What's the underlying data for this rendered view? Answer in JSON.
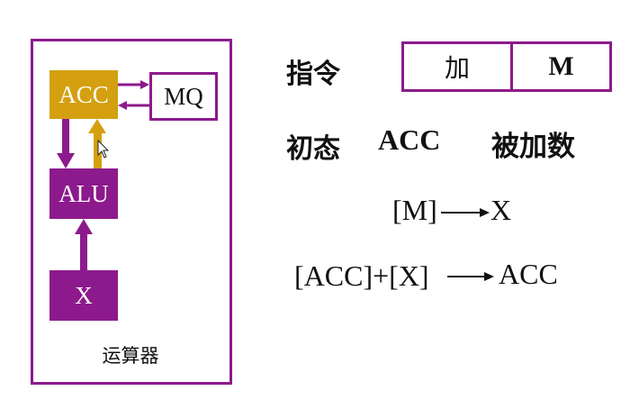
{
  "diagram": {
    "caption": "运算器",
    "blocks": {
      "acc": "ACC",
      "mq": "MQ",
      "alu": "ALU",
      "x": "X"
    }
  },
  "instruction": {
    "label": "指令",
    "opcode": "加",
    "address": "M"
  },
  "initial_state": {
    "label": "初态",
    "register": "ACC",
    "content": "被加数"
  },
  "steps": [
    {
      "source": "[M]",
      "target": "X"
    },
    {
      "source": "[ACC]+[X]",
      "target": "ACC"
    }
  ],
  "colors": {
    "purple": "#8c1a8c",
    "gold": "#d4a010"
  },
  "icons": [
    "cursor-icon"
  ]
}
